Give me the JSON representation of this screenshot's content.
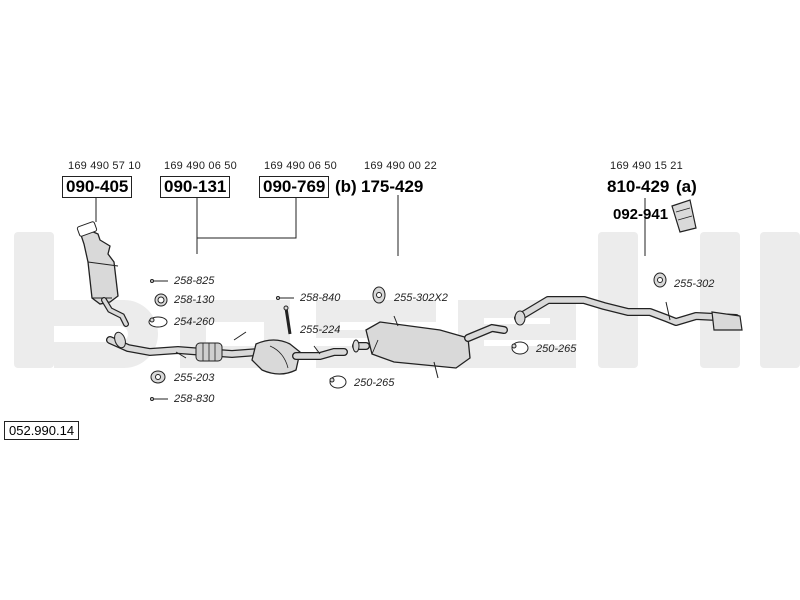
{
  "drawing_code": "052.990.14",
  "main_parts": [
    {
      "oem": "169 490 57 10",
      "part": "090-405",
      "suffix": ""
    },
    {
      "oem": "169 490 06 50",
      "part": "090-131",
      "suffix": ""
    },
    {
      "oem": "169 490 06 50",
      "part": "090-769",
      "suffix": "(b)"
    },
    {
      "oem": "169 490 00 22",
      "part": "175-429",
      "suffix": ""
    },
    {
      "oem": "169 490 15 21",
      "part": "810-429",
      "suffix": "(a)"
    }
  ],
  "extra_part": "092-941",
  "component_refs": {
    "r258825": "258-825",
    "r258130": "258-130",
    "r254260": "254-260",
    "r255203": "255-203",
    "r258830": "258-830",
    "r258840": "258-840",
    "r255224": "255-224",
    "r250265a": "250-265",
    "r255302x2": "255-302X2",
    "r250265b": "250-265",
    "r255302": "255-302"
  },
  "colors": {
    "watermark": "#ececec",
    "line": "#222222",
    "part_fill": "#d9d9d9",
    "part_shadow": "#9a9a9a"
  }
}
